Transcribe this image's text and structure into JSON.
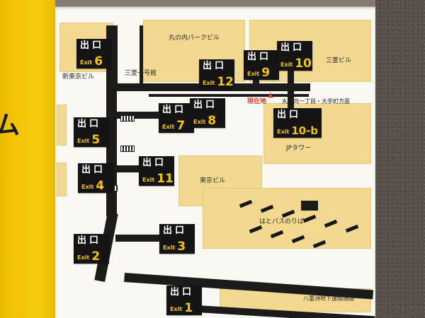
{
  "left_panel": {
    "partial_text": "ム"
  },
  "map": {
    "exits": {
      "e1": {
        "jp": "出口",
        "en": "Exit",
        "num": "1"
      },
      "e2": {
        "jp": "出口",
        "en": "Exit",
        "num": "2"
      },
      "e3": {
        "jp": "出口",
        "en": "Exit",
        "num": "3"
      },
      "e4": {
        "jp": "出口",
        "en": "Exit",
        "num": "4"
      },
      "e5": {
        "jp": "出口",
        "en": "Exit",
        "num": "5"
      },
      "e6": {
        "jp": "出口",
        "en": "Exit",
        "num": "6"
      },
      "e7": {
        "jp": "出口",
        "en": "Exit",
        "num": "7"
      },
      "e8": {
        "jp": "出口",
        "en": "Exit",
        "num": "8"
      },
      "e9": {
        "jp": "出口",
        "en": "Exit",
        "num": "9"
      },
      "e10": {
        "jp": "出口",
        "en": "Exit",
        "num": "10"
      },
      "e10b": {
        "jp": "出口",
        "en": "Exit",
        "num": "10-b"
      },
      "e11": {
        "jp": "出口",
        "en": "Exit",
        "num": "11"
      },
      "e12": {
        "jp": "出口",
        "en": "Exit",
        "num": "12"
      }
    },
    "buildings": {
      "marunouchi_park": "丸の内パークビル",
      "mitsubishi": "三菱ビル",
      "shin_tokyo": "新東京ビル",
      "mitsubishi_ichigokan": "三菱一号館",
      "jp_tower": "JPタワー",
      "tokyo_building": "東京ビル",
      "hato_bus": "はとバスのりば",
      "yaesu_passage": "八重洲地下連絡通路"
    },
    "markers": {
      "current_location": "現在地",
      "current_location_symbol": "▲",
      "direction": "丸の内一丁目・大手町方面"
    },
    "colors": {
      "strip_yellow": "#f2c200",
      "exit_bg": "#141414",
      "exit_en": "#f5c400",
      "building": "#f2d98f",
      "road": "#1b1b1b",
      "current": "#d93a2b"
    }
  }
}
